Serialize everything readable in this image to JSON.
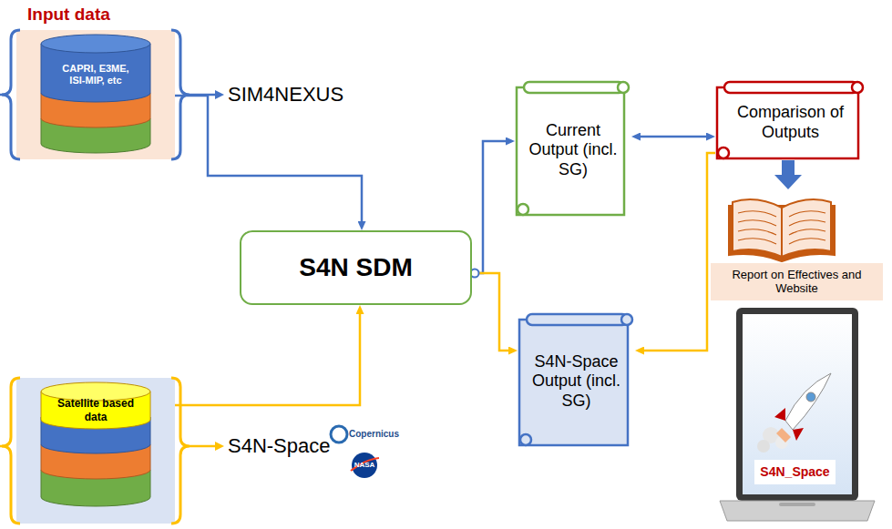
{
  "diagram": {
    "title": "Input data",
    "nodes": [
      {
        "text": [
          "CAPRI, E3ME, ISI-MIP, etc"
        ]
      },
      {
        "text": [
          "Satellite based data"
        ]
      },
      {
        "text": [
          "S4N SDM"
        ]
      },
      {
        "text": [
          "Current Output (incl. SG)"
        ]
      },
      {
        "text": [
          "S4N-Space Output (incl. SG)"
        ]
      },
      {
        "text": [
          "Comparison of Outputs"
        ]
      },
      {
        "text": [
          "Report on Effectives and Website"
        ]
      },
      {
        "text": [
          "S4N_Space"
        ]
      }
    ],
    "edges": [
      {
        "from": 0,
        "to": 2,
        "arrow": "to"
      },
      {
        "from": 1,
        "to": 2,
        "arrow": "to"
      },
      {
        "from": 2,
        "to": 3,
        "arrow": "to"
      },
      {
        "from": 2,
        "to": 4,
        "arrow": "to"
      },
      {
        "from": 3,
        "to": 5,
        "arrow": "both"
      },
      {
        "from": 5,
        "to": 4,
        "arrow": "to"
      },
      {
        "from": 5,
        "to": 6,
        "arrow": "to"
      }
    ],
    "labels": [
      "SIM4NEXUS",
      "S4N-Space",
      "Copernicus",
      "NASA"
    ]
  }
}
